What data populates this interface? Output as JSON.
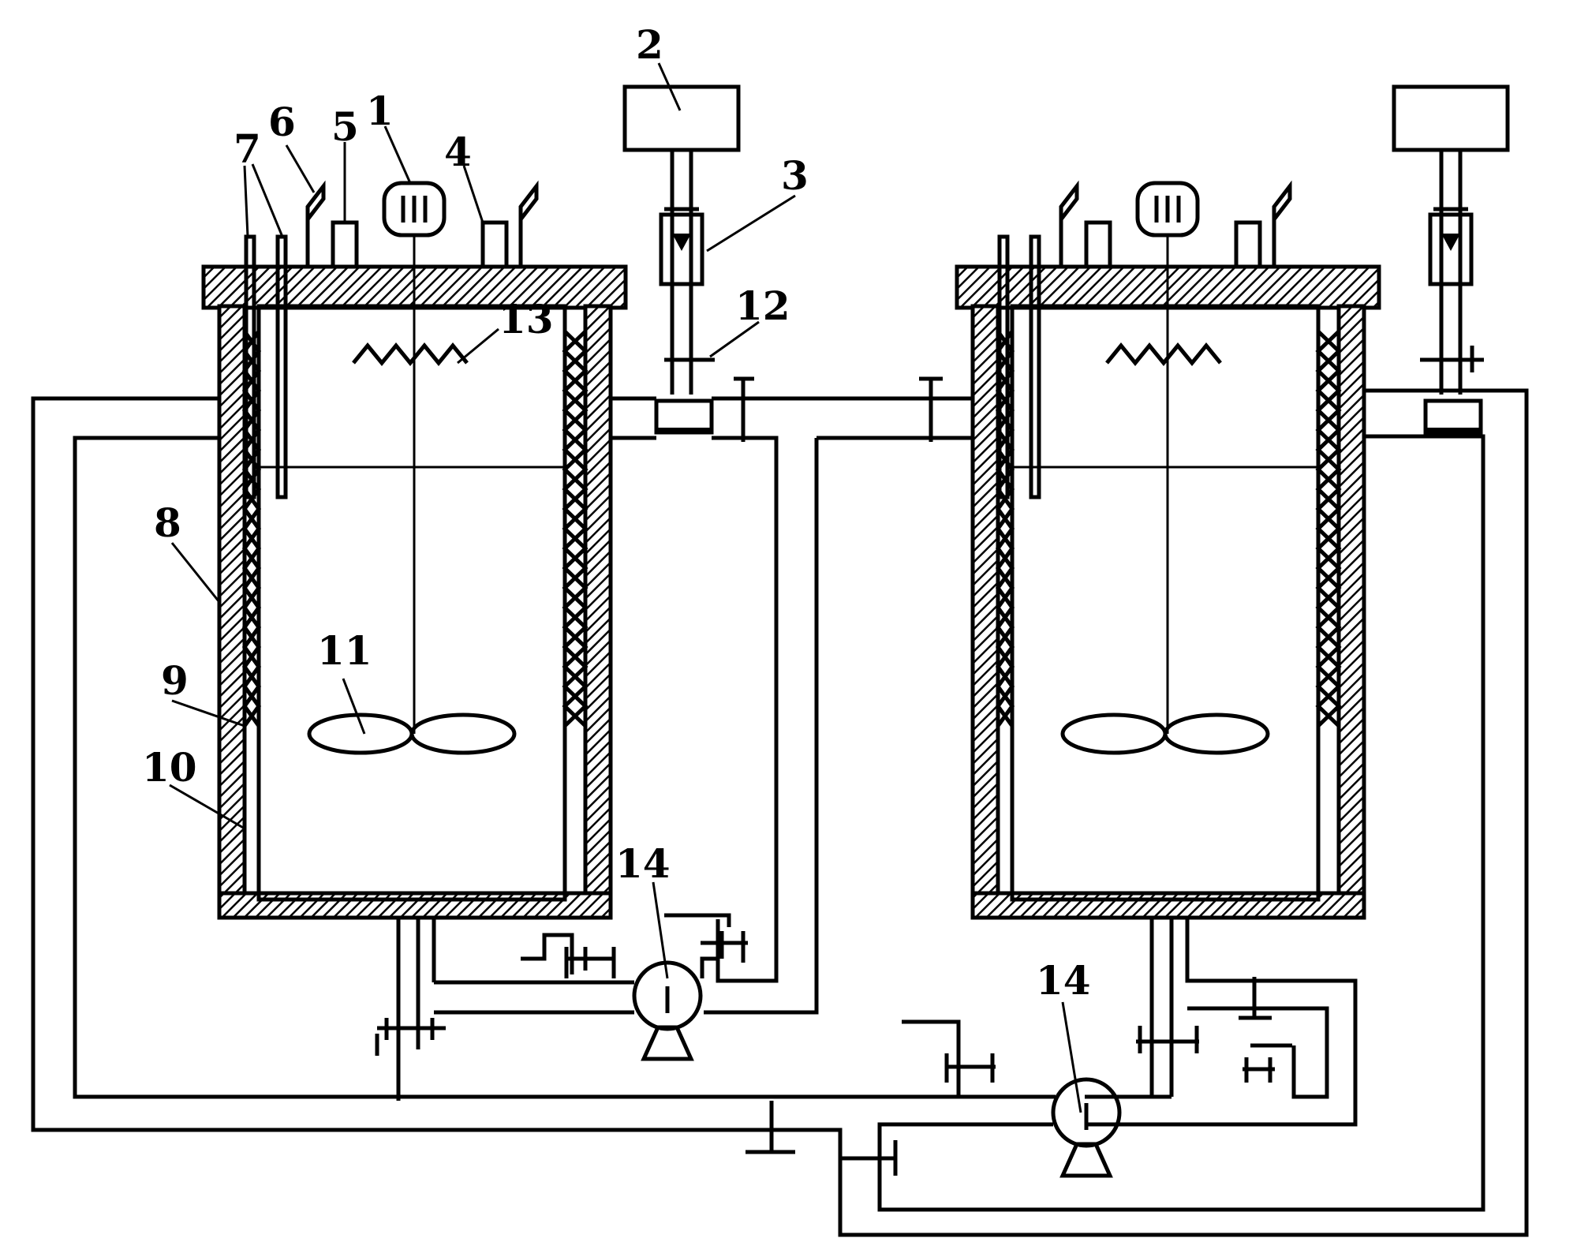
{
  "labels": {
    "l1": "1",
    "l2": "2",
    "l3": "3",
    "l4": "4",
    "l5": "5",
    "l6": "6",
    "l7": "7",
    "l8": "8",
    "l9": "9",
    "l10": "10",
    "l11": "11",
    "l12": "12",
    "l13": "13",
    "l14a": "14",
    "l14b": "14"
  },
  "colors": {
    "line": "#000000",
    "background": "#ffffff"
  },
  "icons": {
    "motor": "motor-icon",
    "flowmeter": "flowmeter-icon",
    "pump": "pump-icon",
    "valve": "valve-icon",
    "impeller": "impeller-icon",
    "heater": "heater-coil-icon"
  }
}
